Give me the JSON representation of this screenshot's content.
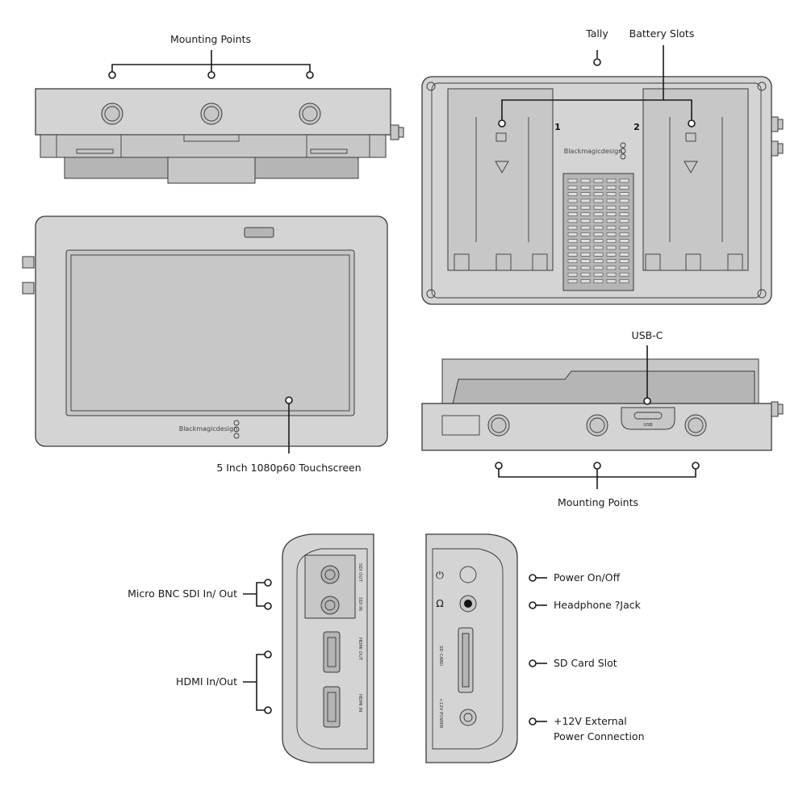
{
  "labels": {
    "top_mounting_points": "Mounting Points",
    "tally": "Tally",
    "battery_slots": "Battery Slots",
    "touchscreen": "5 Inch 1080p60 Touchscreen",
    "usb_c": "USB-C",
    "bottom_mounting_points": "Mounting Points",
    "micro_bnc": "Micro BNC SDI In/ Out",
    "hdmi_in_out": "HDMI In/Out",
    "power_on_off": "Power On/Off",
    "headphone_jack": "Headphone ?Jack",
    "sd_card_slot": "SD Card Slot",
    "external_power_line1": "+12V External",
    "external_power_line2": "Power Connection"
  },
  "device_text": {
    "brand": "Blackmagicdesign",
    "battery_1": "1",
    "battery_2": "2",
    "usb": "USB",
    "sdi_out": "SDI OUT",
    "sdi_in": "SDI IN",
    "hdmi_out": "HDMI OUT",
    "hdmi_in": "HDMI IN",
    "sd_card": "SD CARD",
    "power_12v": "+12V POWER"
  },
  "colors": {
    "device_body": "#d4d4d4",
    "outline": "#3a3a3a",
    "callout": "#1a1a1a"
  }
}
